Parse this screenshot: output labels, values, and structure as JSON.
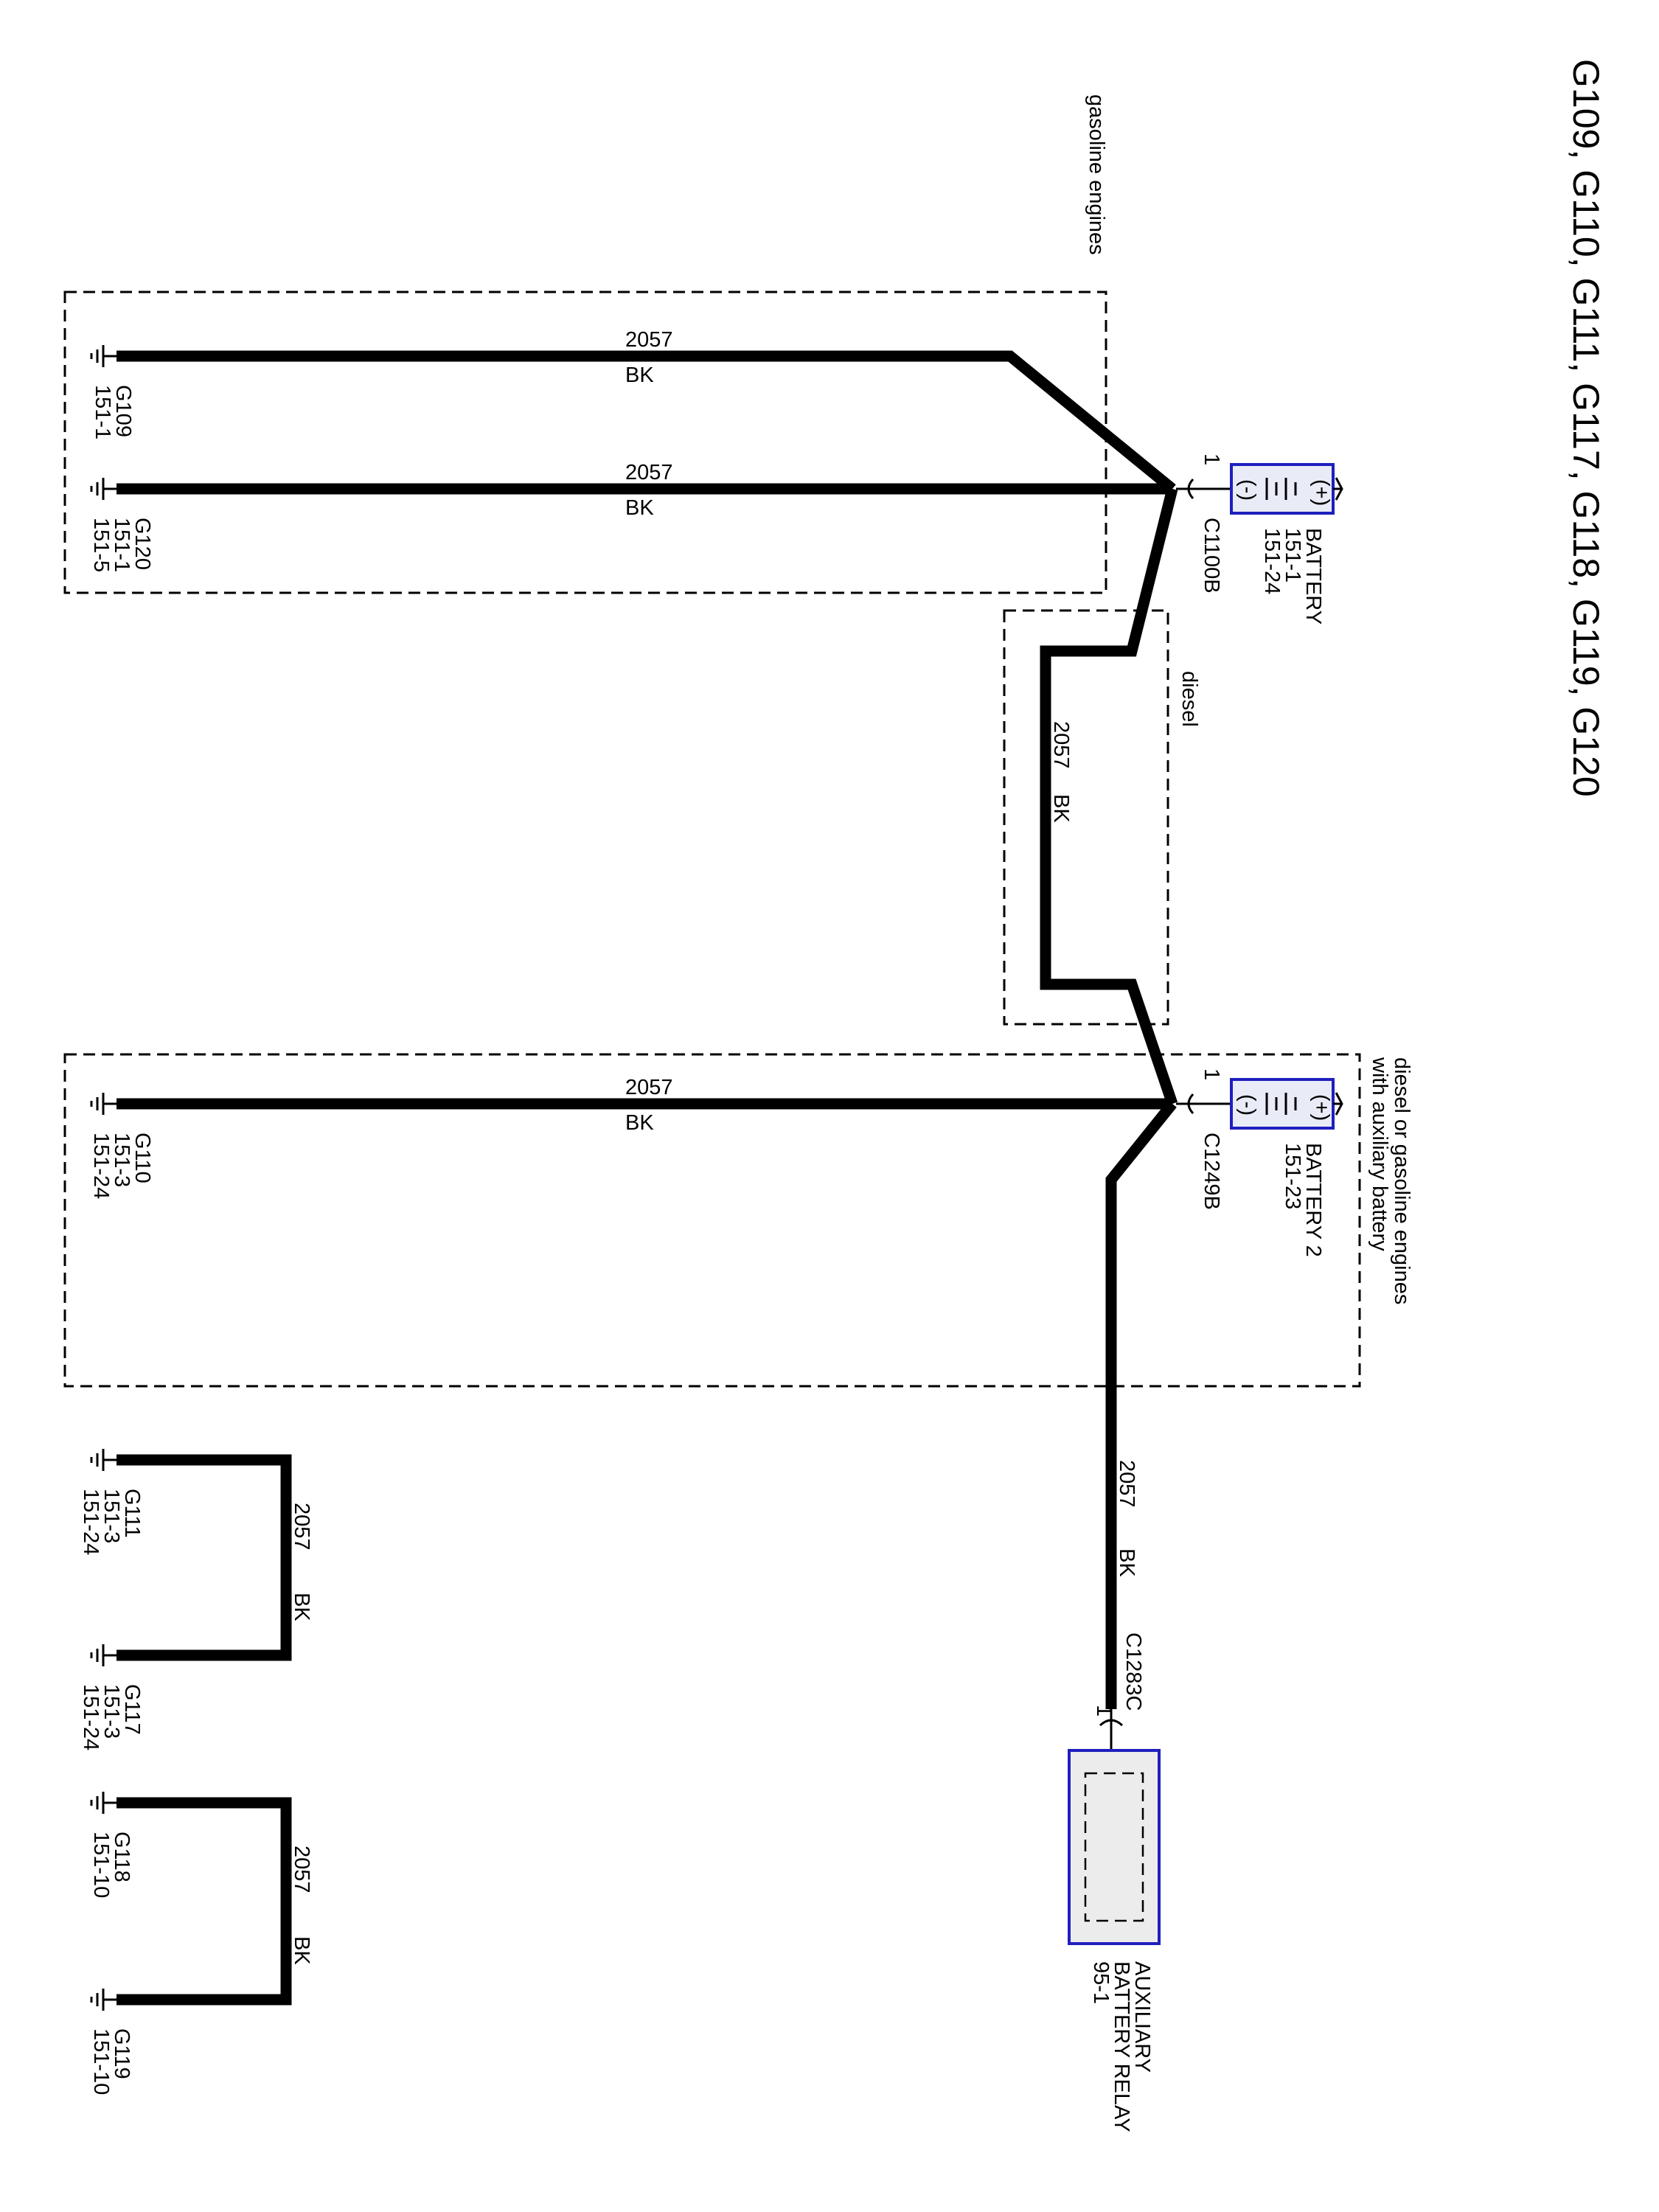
{
  "title": "G109, G110, G111, G117, G118, G119, G120",
  "zones": {
    "gasoline": "gasoline engines",
    "diesel": "diesel",
    "aux_line1": "diesel or gasoline engines",
    "aux_line2": "with auxiliary battery"
  },
  "wire": {
    "circuit": "2057",
    "color": "BK"
  },
  "grounds": {
    "g109": [
      "G109",
      "151-1"
    ],
    "g120": [
      "G120",
      "151-1",
      "151-5"
    ],
    "g110": [
      "G110",
      "151-3",
      "151-24"
    ],
    "g111": [
      "G111",
      "151-3",
      "151-24"
    ],
    "g117": [
      "G117",
      "151-3",
      "151-24"
    ],
    "g118": [
      "G118",
      "151-10"
    ],
    "g119": [
      "G119",
      "151-10"
    ]
  },
  "battery": {
    "name": "BATTERY",
    "ref1": "151-1",
    "ref2": "151-24",
    "connector": "C1100B",
    "pin": "1",
    "plus": "(+)",
    "minus": "(-)"
  },
  "battery2": {
    "name": "BATTERY 2",
    "ref1": "151-23",
    "connector": "C1249B",
    "pin": "1",
    "plus": "(+)",
    "minus": "(-)"
  },
  "relay": {
    "name1": "AUXILIARY",
    "name2": "BATTERY RELAY",
    "ref": "95-1",
    "connector": "C1283C",
    "pin": "1"
  }
}
